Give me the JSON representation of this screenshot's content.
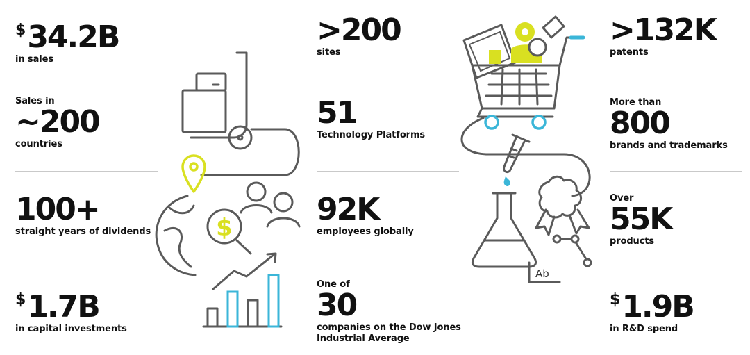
{
  "columns": {
    "left": [
      {
        "pre": "",
        "currency": "$",
        "value": "34.2B",
        "desc": "in sales"
      },
      {
        "pre": "Sales in",
        "currency": "",
        "value": "~200",
        "desc": "countries"
      },
      {
        "pre": "",
        "currency": "",
        "value": "100+",
        "desc": "straight years of dividends"
      },
      {
        "pre": "",
        "currency": "$",
        "value": "1.7B",
        "desc": "in capital investments"
      }
    ],
    "middle": [
      {
        "pre": "",
        "currency": "",
        "value": ">200",
        "desc": "sites"
      },
      {
        "pre": "",
        "currency": "",
        "value": "51",
        "desc": "Technology Platforms"
      },
      {
        "pre": "",
        "currency": "",
        "value": "92K",
        "desc": "employees globally"
      },
      {
        "pre": "One of",
        "currency": "",
        "value": "30",
        "desc": "companies on the Dow Jones",
        "desc2": "Industrial Average"
      }
    ],
    "right": [
      {
        "pre": "",
        "currency": "",
        "value": ">132K",
        "desc": "patents"
      },
      {
        "pre": "More than",
        "currency": "",
        "value": "800",
        "desc": "brands and trademarks"
      },
      {
        "pre": "Over",
        "currency": "",
        "value": "55K",
        "desc": "products"
      },
      {
        "pre": "",
        "currency": "$",
        "value": "1.9B",
        "desc": "in R&D spend"
      }
    ]
  },
  "illustration_left": {
    "icons": [
      "hand-truck-icon",
      "location-pin-icon",
      "globe-icon",
      "people-icon",
      "dollar-magnifier-icon",
      "growth-bar-chart-icon"
    ],
    "dollar_glyph": "$"
  },
  "illustration_right": {
    "icons": [
      "shopping-cart-icon",
      "test-tube-icon",
      "flask-icon",
      "award-ribbon-icon",
      "molecule-icon",
      "label-icon"
    ],
    "label_text": "Ab"
  },
  "colors": {
    "text": "#111111",
    "line": "#5a5a5a",
    "rule": "#c9c9c9",
    "accent_yellow": "#d9e021",
    "accent_blue": "#3bb6d8"
  }
}
